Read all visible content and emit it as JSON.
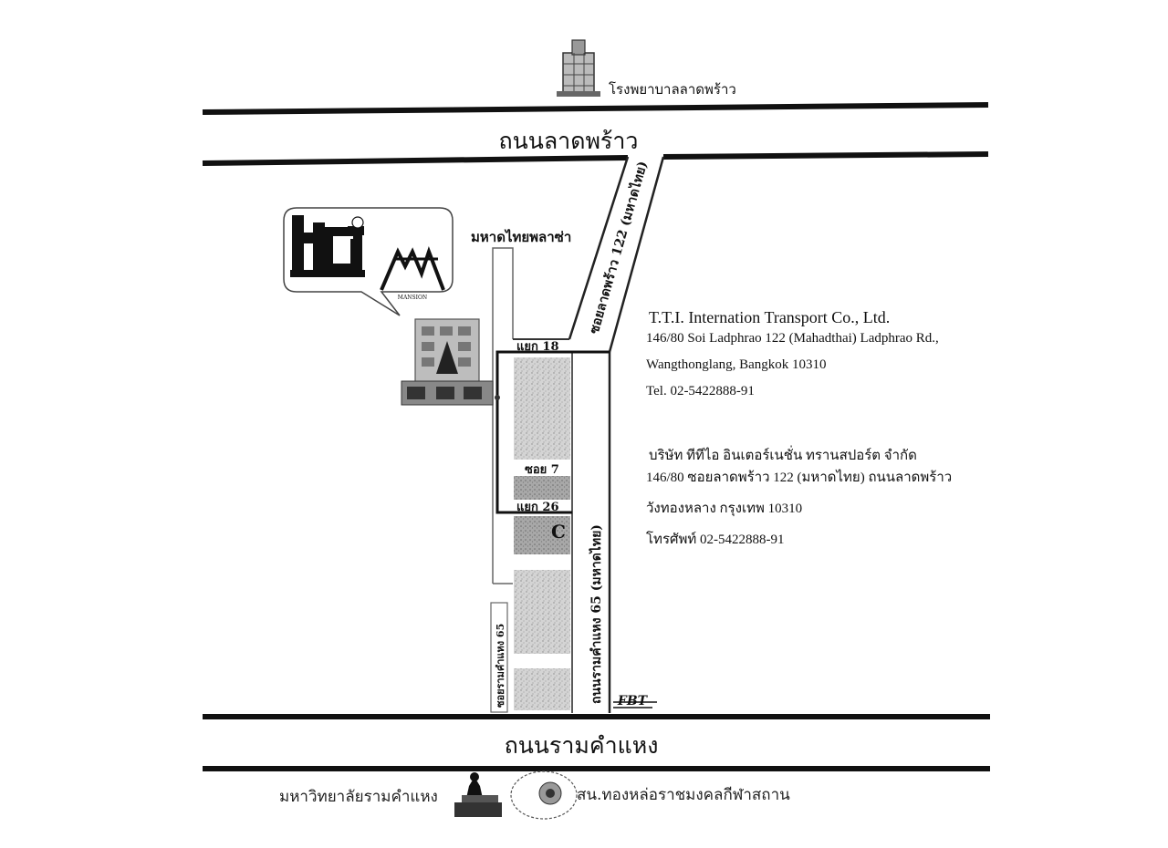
{
  "landmarks": {
    "hospital": "โรงพยาบาลลาดพร้าว",
    "plaza": "มหาดไทยพลาซ่า",
    "university": "มหาวิทยาลัยรามคำแหง",
    "police_station": "สน.ทองหล่อราชมงคลกีฬาสถาน",
    "brand_tti": "tti",
    "brand_mansion": "MANSION",
    "brand_fbt": "FBT"
  },
  "roads": {
    "ladphrao": "ถนนลาดพร้าว",
    "ramkhamhaeng": "ถนนรามคำแหง",
    "soi_ladphrao_122": "ซอยลาดพร้าว 122 (มหาดไทย)",
    "ramkhamhaeng_65_mahadthai": "ถนนรามคำแหง 65 (มหาดไทย)",
    "soi_ramkhamhaeng_65": "ซอยรามคำแหง 65",
    "yaek_18": "แยก 18",
    "soi_7": "ซอย 7",
    "yaek_26": "แยก 26"
  },
  "company_en": {
    "name": "T.T.I. Internation Transport Co., Ltd.",
    "address1": "146/80 Soi Ladphrao 122 (Mahadthai) Ladphrao Rd.,",
    "address2": "Wangthonglang, Bangkok 10310",
    "tel": "Tel. 02-5422888-91"
  },
  "company_th": {
    "name": "บริษัท ทีทีไอ อินเตอร์เนชั่น ทรานสปอร์ต จำกัด",
    "address1": "146/80 ซอยลาดพร้าว 122 (มหาดไทย) ถนนลาดพร้าว",
    "address2": "วังทองหลาง กรุงเทพ 10310",
    "tel": "โทรศัพท์ 02-5422888-91"
  },
  "colors": {
    "ink": "#111111",
    "block_fill": "#c9c9c9",
    "block_fill_dark": "#9a9a9a"
  }
}
